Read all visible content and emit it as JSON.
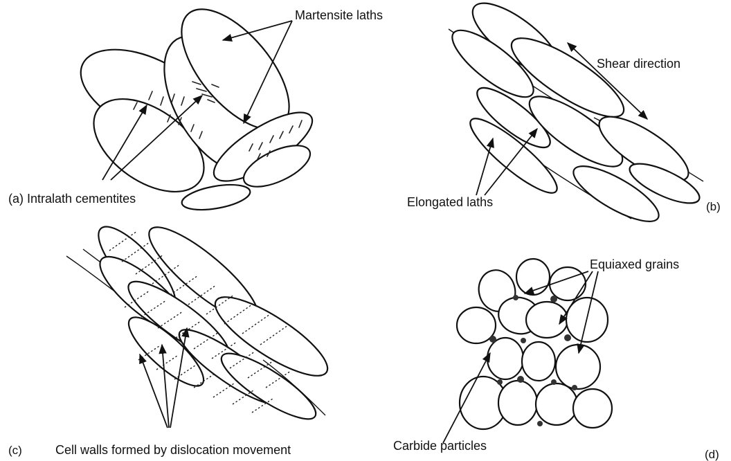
{
  "panel_a": {
    "label": "(a) Intralath cementites",
    "callout": "Martensite laths"
  },
  "panel_b": {
    "label": "Elongated laths",
    "callout": "Shear direction",
    "tag": "(b)"
  },
  "panel_c": {
    "tag": "(c)",
    "label": "Cell walls formed by dislocation movement"
  },
  "panel_d": {
    "callout": "Equiaxed grains",
    "label": "Carbide particles",
    "tag": "(d)"
  }
}
